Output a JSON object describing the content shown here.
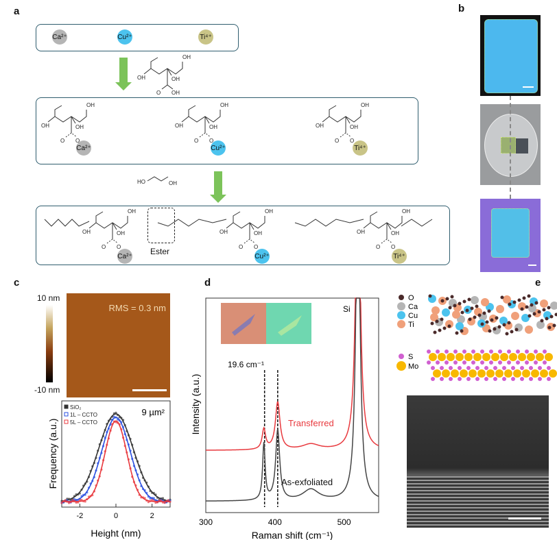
{
  "panels": {
    "a": "a",
    "b": "b",
    "c": "c",
    "d": "d",
    "e": "e"
  },
  "ions": {
    "ca": "Ca²⁺",
    "cu": "Cu²⁺",
    "ti": "Ti⁴⁺"
  },
  "chem": {
    "oh": "OH",
    "ho": "HO",
    "o": "O",
    "ester": "Ester"
  },
  "afm": {
    "rms": "RMS = 0.3 nm",
    "cbar_max": "10 nm",
    "cbar_min": "-10 nm"
  },
  "colors": {
    "red": "#e8383d",
    "blue": "#2a4fe0",
    "black": "#333333",
    "arrow": "#7cc35a"
  },
  "legend_e": {
    "o": "O",
    "ca": "Ca",
    "cu": "Cu",
    "ti": "Ti",
    "s": "S",
    "mo": "Mo"
  },
  "chart_data": [
    {
      "type": "scatter",
      "title": "9 µm²",
      "xlabel": "Height (nm)",
      "ylabel": "Frequency (a.u.)",
      "xlim": [
        -3,
        3
      ],
      "xticks": [
        "-2",
        "0",
        "2"
      ],
      "legend_placement": "top-left",
      "series": [
        {
          "name": "SiO₂",
          "center": 0,
          "sigma": 0.95,
          "color": "#333333",
          "marker": "square"
        },
        {
          "name": "1L – CCTO",
          "center": 0,
          "sigma": 0.78,
          "color": "#2a4fe0",
          "marker": "circle"
        },
        {
          "name": "5L – CCTO",
          "center": 0,
          "sigma": 0.6,
          "color": "#e8383d",
          "marker": "triangle"
        }
      ]
    },
    {
      "type": "line",
      "xlabel": "Raman shift (cm⁻¹)",
      "ylabel": "Intensity (a.u.)",
      "xlim": [
        300,
        550
      ],
      "xticks": [
        "300",
        "400",
        "500"
      ],
      "annotations": {
        "shift": "19.6 cm⁻¹",
        "si": "Si"
      },
      "series": [
        {
          "name": "Transferred",
          "color": "#e8383d",
          "offset": 0.55,
          "peaks": [
            [
              384,
              0.18,
              3
            ],
            [
              404,
              0.42,
              4
            ],
            [
              452,
              0.05,
              15
            ],
            [
              520,
              3,
              3.5
            ]
          ]
        },
        {
          "name": "As-exfoliated",
          "color": "#444444",
          "offset": 0.1,
          "peaks": [
            [
              384,
              0.5,
              2.2
            ],
            [
              404,
              0.62,
              3.5
            ],
            [
              452,
              0.1,
              14
            ],
            [
              520,
              3,
              3.5
            ]
          ]
        }
      ],
      "dashed_lines": [
        385,
        404
      ]
    }
  ]
}
